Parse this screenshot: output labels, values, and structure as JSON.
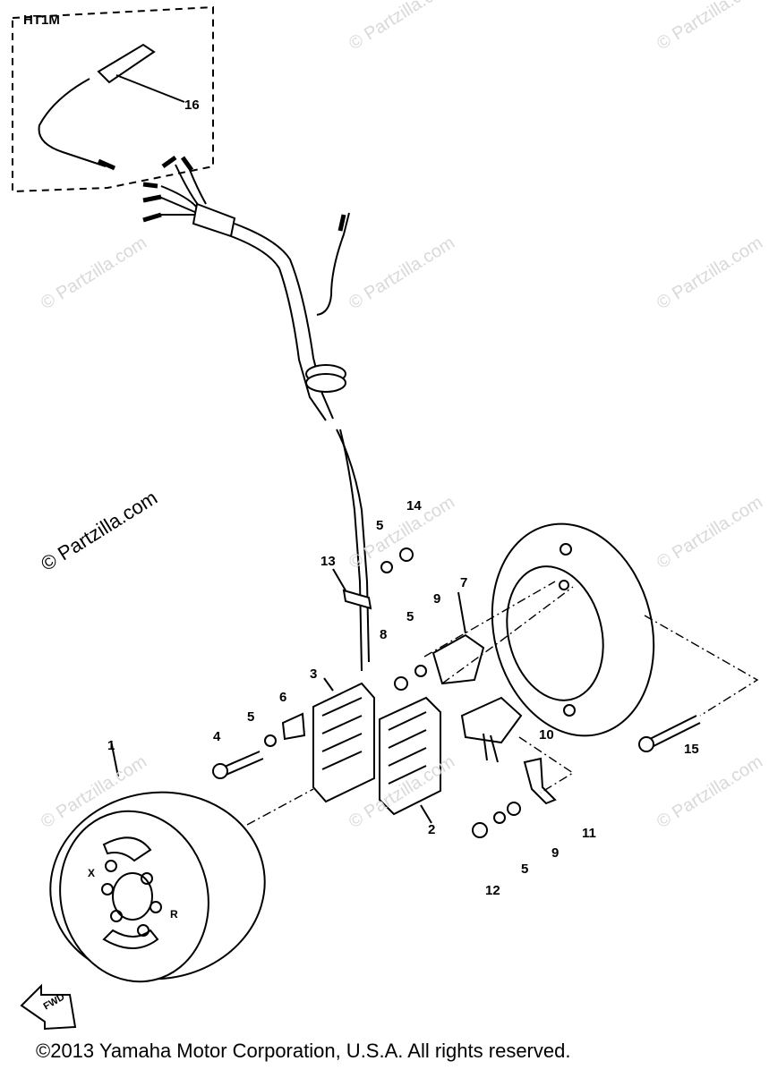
{
  "model_label": "HT1M",
  "fwd_label": "FWD",
  "copyright": "©2013  Yamaha Motor Corporation, U.S.A. All rights reserved.",
  "watermark_text": "© Partzilla.com",
  "callouts": [
    "1",
    "2",
    "3",
    "4",
    "5",
    "6",
    "7",
    "8",
    "9",
    "10",
    "11",
    "12",
    "13",
    "14",
    "15",
    "16"
  ],
  "stator_marks": [
    "X",
    "R"
  ]
}
